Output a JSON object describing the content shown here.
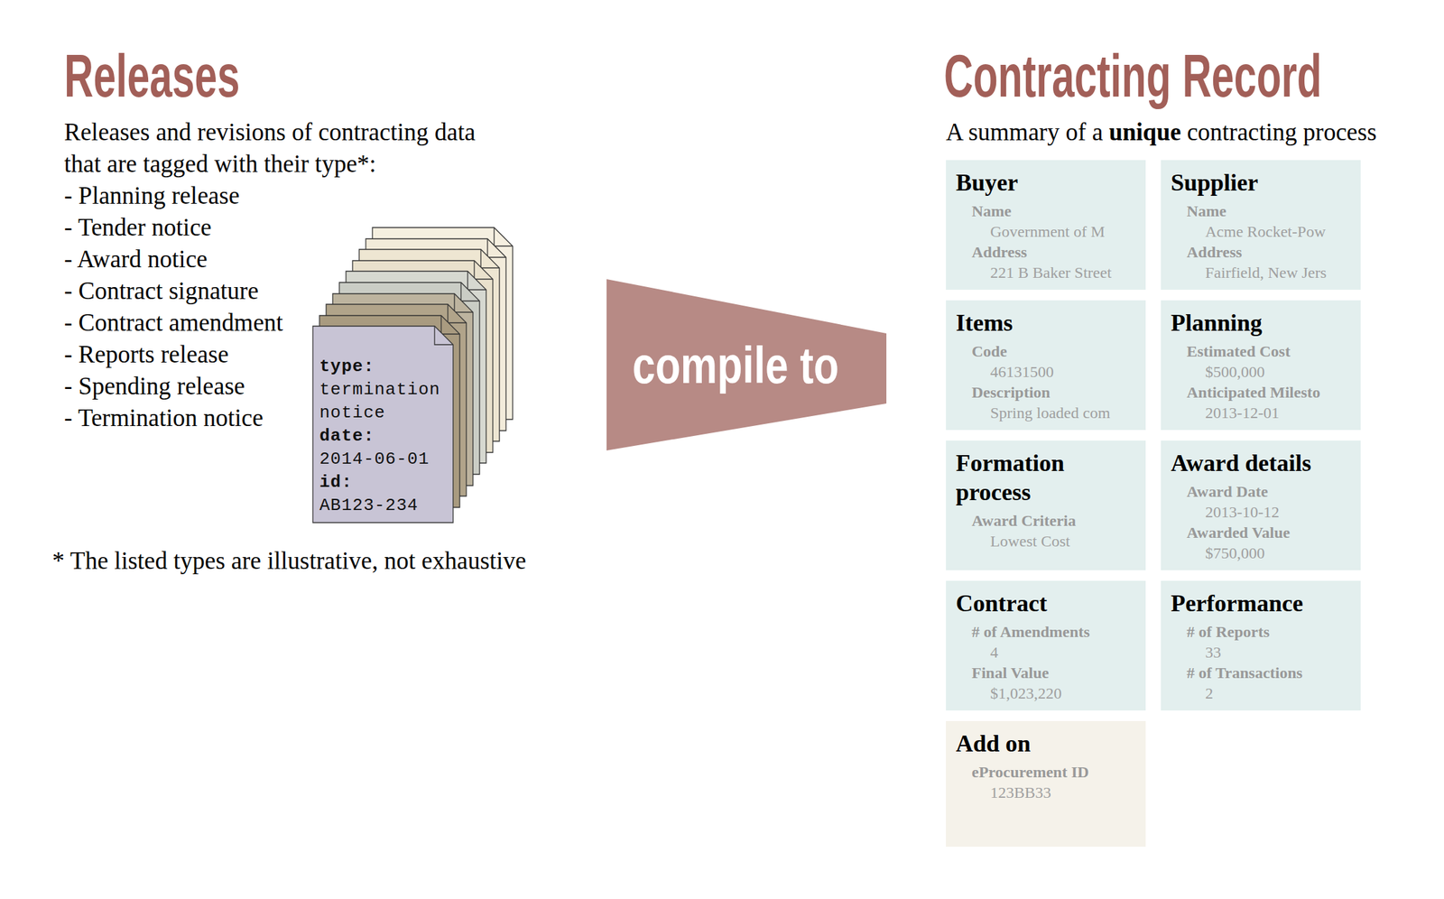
{
  "diagram": {
    "nodes": [
      {
        "text": [
          "type:",
          "termination notice",
          "date:",
          "2014-06-01",
          "id:",
          "AB123-234"
        ]
      },
      {
        "text": [
          "compile to"
        ]
      },
      {
        "text": [
          "Buyer",
          "Name",
          "Government of M",
          "Address",
          "221 B Baker Street"
        ]
      },
      {
        "text": [
          "Supplier",
          "Name",
          "Acme Rocket-Pow",
          "Address",
          "Fairfield, New Jers"
        ]
      },
      {
        "text": [
          "Items",
          "Code",
          "46131500",
          "Description",
          "Spring loaded com"
        ]
      },
      {
        "text": [
          "Planning",
          "Estimated Cost",
          "$500,000",
          "Anticipated Milesto",
          "2013-12-01"
        ]
      },
      {
        "text": [
          "Formation process",
          "Award Criteria",
          "Lowest Cost"
        ]
      },
      {
        "text": [
          "Award details",
          "Award Date",
          "2013-10-12",
          "Awarded Value",
          "$750,000"
        ]
      },
      {
        "text": [
          "Contract",
          "# of Amendments",
          "4",
          "Final Value",
          "$1,023,220"
        ]
      },
      {
        "text": [
          "Performance",
          "# of Reports",
          "33",
          "# of Transactions",
          "2"
        ]
      },
      {
        "text": [
          "Add on",
          "eProcurement ID",
          "123BB33"
        ]
      }
    ],
    "labels": [
      "Releases",
      "Releases and revisions of contracting data that are tagged with their type*:",
      "- Planning release",
      "- Tender notice",
      "- Award notice",
      "- Contract signature",
      "- Contract amendment",
      "- Reports release",
      "- Spending release",
      "- Termination notice",
      "* The listed types are illustrative, not exhaustive",
      "Contracting Record",
      "A summary of a",
      "unique",
      "contracting process"
    ]
  }
}
